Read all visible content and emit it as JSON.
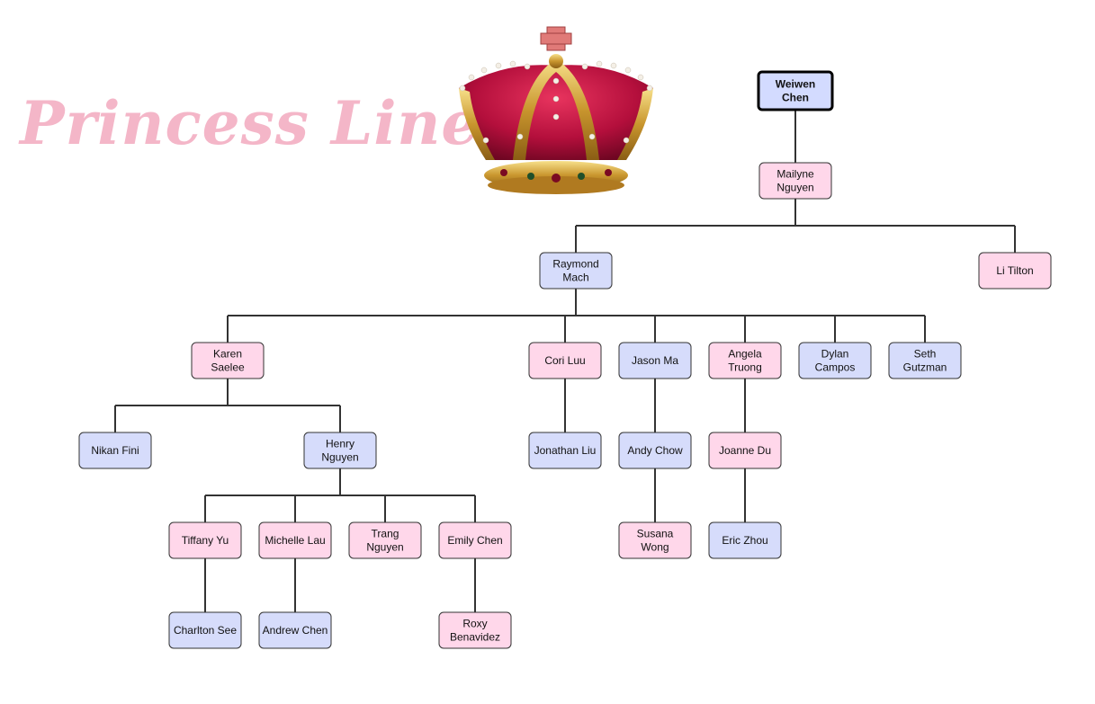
{
  "title": "Princess Line",
  "colors": {
    "pink_fill": "#ffd7ea",
    "blue_fill": "#d6dcfb",
    "root_fill": "#d3dbff",
    "box_stroke": "#333333",
    "line": "#333333",
    "title": "#f4b6c8"
  },
  "decoration": {
    "crown": "crown-icon"
  },
  "tree": {
    "name": "Weiwen Chen",
    "lines": [
      "Weiwen",
      "Chen"
    ],
    "color": "blue",
    "root": true,
    "children": [
      {
        "name": "Mailyne Nguyen",
        "lines": [
          "Mailyne",
          "Nguyen"
        ],
        "color": "pink",
        "children": [
          {
            "name": "Raymond Mach",
            "lines": [
              "Raymond",
              "Mach"
            ],
            "color": "blue",
            "children": [
              {
                "name": "Karen Saelee",
                "lines": [
                  "Karen",
                  "Saelee"
                ],
                "color": "pink",
                "children": [
                  {
                    "name": "Nikan Fini",
                    "lines": [
                      "Nikan Fini"
                    ],
                    "color": "blue",
                    "children": []
                  },
                  {
                    "name": "Henry Nguyen",
                    "lines": [
                      "Henry",
                      "Nguyen"
                    ],
                    "color": "blue",
                    "children": [
                      {
                        "name": "Tiffany Yu",
                        "lines": [
                          "Tiffany Yu"
                        ],
                        "color": "pink",
                        "children": [
                          {
                            "name": "Charlton See",
                            "lines": [
                              "Charlton See"
                            ],
                            "color": "blue",
                            "children": []
                          }
                        ]
                      },
                      {
                        "name": "Michelle Lau",
                        "lines": [
                          "Michelle Lau"
                        ],
                        "color": "pink",
                        "children": [
                          {
                            "name": "Andrew Chen",
                            "lines": [
                              "Andrew Chen"
                            ],
                            "color": "blue",
                            "children": []
                          }
                        ]
                      },
                      {
                        "name": "Trang Nguyen",
                        "lines": [
                          "Trang",
                          "Nguyen"
                        ],
                        "color": "pink",
                        "children": []
                      },
                      {
                        "name": "Emily Chen",
                        "lines": [
                          "Emily Chen"
                        ],
                        "color": "pink",
                        "children": [
                          {
                            "name": "Roxy Benavidez",
                            "lines": [
                              "Roxy",
                              "Benavidez"
                            ],
                            "color": "pink",
                            "children": []
                          }
                        ]
                      }
                    ]
                  }
                ]
              },
              {
                "name": "Cori Luu",
                "lines": [
                  "Cori Luu"
                ],
                "color": "pink",
                "children": [
                  {
                    "name": "Jonathan Liu",
                    "lines": [
                      "Jonathan Liu"
                    ],
                    "color": "blue",
                    "children": []
                  }
                ]
              },
              {
                "name": "Jason Ma",
                "lines": [
                  "Jason Ma"
                ],
                "color": "blue",
                "children": [
                  {
                    "name": "Andy Chow",
                    "lines": [
                      "Andy Chow"
                    ],
                    "color": "blue",
                    "children": [
                      {
                        "name": "Susana Wong",
                        "lines": [
                          "Susana",
                          "Wong"
                        ],
                        "color": "pink",
                        "children": []
                      }
                    ]
                  }
                ]
              },
              {
                "name": "Angela Truong",
                "lines": [
                  "Angela",
                  "Truong"
                ],
                "color": "pink",
                "children": [
                  {
                    "name": "Joanne Du",
                    "lines": [
                      "Joanne Du"
                    ],
                    "color": "pink",
                    "children": [
                      {
                        "name": "Eric Zhou",
                        "lines": [
                          "Eric Zhou"
                        ],
                        "color": "blue",
                        "children": []
                      }
                    ]
                  }
                ]
              },
              {
                "name": "Dylan Campos",
                "lines": [
                  "Dylan",
                  "Campos"
                ],
                "color": "blue",
                "children": []
              },
              {
                "name": "Seth Gutzman",
                "lines": [
                  "Seth",
                  "Gutzman"
                ],
                "color": "blue",
                "children": []
              }
            ]
          },
          {
            "name": "Li Tilton",
            "lines": [
              "Li Tilton"
            ],
            "color": "pink",
            "children": []
          }
        ]
      }
    ]
  }
}
